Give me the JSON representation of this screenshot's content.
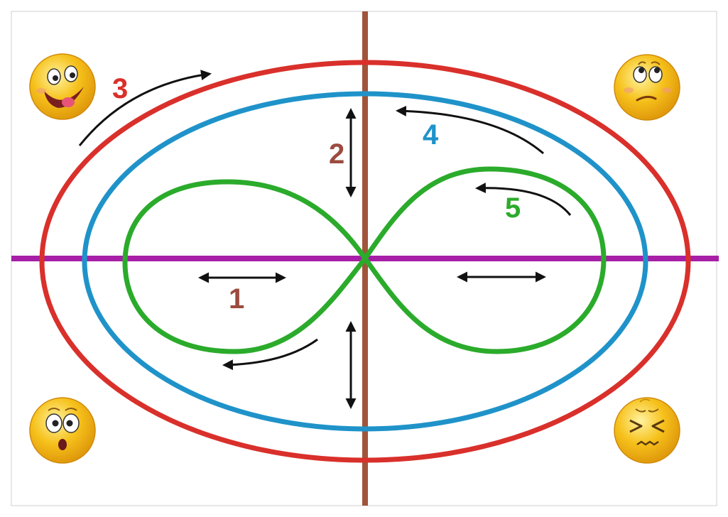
{
  "labels": {
    "one": "1",
    "two": "2",
    "three": "3",
    "four": "4",
    "five": "5"
  },
  "colors": {
    "horizontal_axis": "#a61fa6",
    "vertical_axis": "#a0553a",
    "outer_ellipse": "#d9302b",
    "inner_ellipse": "#1f93c9",
    "figure_eight": "#2bab2b",
    "arrow": "#111111",
    "label_1": "#9b4b3f",
    "label_2": "#9b4b3f",
    "label_3": "#d9302b",
    "label_4": "#1f93c9",
    "label_5": "#2bab2b",
    "emoji_fill": "#f6c11b"
  },
  "emojis": [
    {
      "name": "grinning-tongue-face",
      "corner": "top-left"
    },
    {
      "name": "thinking-face",
      "corner": "top-right"
    },
    {
      "name": "shocked-face",
      "corner": "bottom-left"
    },
    {
      "name": "squinting-face",
      "corner": "bottom-right"
    }
  ]
}
